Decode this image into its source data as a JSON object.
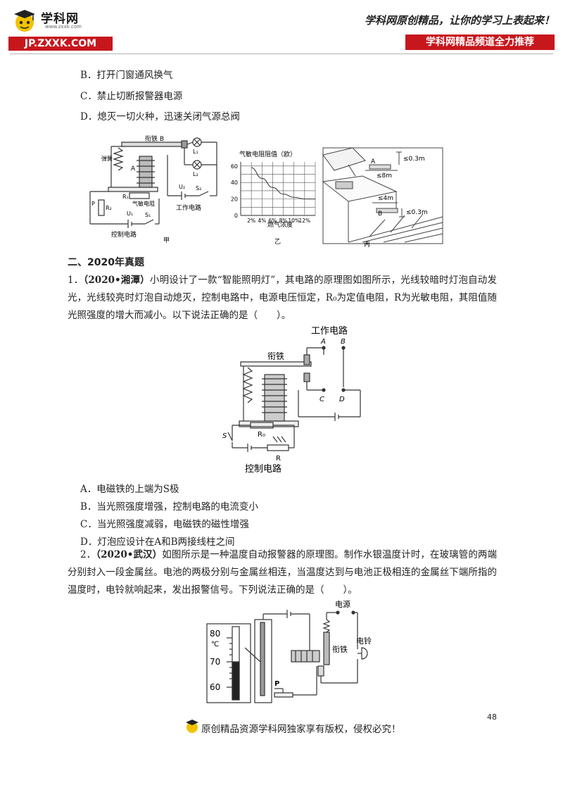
{
  "header": {
    "logo_text": "学科网",
    "logo_sub": "www.zxxk.com",
    "logo_domain": "JP.ZXXK.COM",
    "slogan": "学科网原创精品，让你的学习上表起来！",
    "channel": "学科网精品频道全力推荐"
  },
  "prev_options": [
    "B．打开门窗通风换气",
    "C．禁止切断报警器电源",
    "D．熄灭一切火种，迅速关闭气源总阀"
  ],
  "fig_gas": {
    "jia": {
      "armature": "衔铁 B",
      "spring": "弹簧",
      "a": "A",
      "l1": "L₁",
      "l2": "L₂",
      "u2": "U₂",
      "s2": "S₂",
      "work": "工作电路",
      "r1": "R₁",
      "gas_resistor": "气敏电阻",
      "p": "P",
      "r2": "R₂",
      "u1": "U₁",
      "s1": "S₁",
      "control": "控制电路",
      "caption": "甲"
    },
    "yi": {
      "caption": "乙"
    },
    "bing": {
      "d1": "≤0.3m",
      "a": "A",
      "d2": "≤8m",
      "d3": "≤4m",
      "b": "B",
      "d4": "≤0.3m",
      "caption": "丙"
    }
  },
  "chart_data": {
    "type": "line",
    "ylabel": "气敏电阻阻值（欧）",
    "xlabel": "燃气浓度",
    "categories": [
      "2%",
      "4%",
      "6%",
      "8%",
      "10%",
      "12%"
    ],
    "yticks": [
      0,
      20,
      40,
      60
    ],
    "ylim": [
      0,
      65
    ],
    "grid": true,
    "x": [
      1,
      2,
      3,
      4,
      5,
      6,
      7
    ],
    "values": [
      58,
      45,
      34,
      26,
      22,
      20,
      20
    ]
  },
  "section": {
    "title": "二、2020年真题"
  },
  "q1": {
    "num": "1．",
    "source": "（2020•湘潭）",
    "text": "小明设计了一款“智能照明灯”，其电路的原理图如图所示，光线较暗时灯泡自动发光，光线较亮时灯泡自动熄灭，控制电路中，电源电压恒定，R₀为定值电阻，R为光敏电阻，其阻值随光照强度的增大而减小。以下说法正确的是（　　）。",
    "figure": {
      "work": "工作电路",
      "a": "A",
      "b": "B",
      "armature": "衔铁",
      "c": "C",
      "d": "D",
      "s": "S",
      "r0": "R₀",
      "r": "R",
      "control": "控制电路"
    },
    "options": [
      "A．电磁铁的上端为S极",
      "B．当光照强度增强，控制电路的电流变小",
      "C．当光照强度减弱，电磁铁的磁性增强",
      "D．灯泡应设计在A和B两接线柱之间"
    ]
  },
  "q2": {
    "num": "2．",
    "source": "（2020•武汉）",
    "text": "如图所示是一种温度自动报警器的原理图。制作水银温度计时，在玻璃管的两端分别封入一段金属丝。电池的两极分别与金属丝相连，当温度达到与电池正极相连的金属丝下端所指的温度时，电铃就响起来，发出报警信号。下列说法正确的是（　　）。",
    "figure": {
      "t80": "80",
      "unit": "℃",
      "t70": "70",
      "t60": "60",
      "p": "P",
      "power": "电源",
      "armature": "衔铁",
      "bell": "电铃"
    }
  },
  "page_number": "48",
  "footer": "原创精品资源学科网独家享有版权，侵权必究！"
}
